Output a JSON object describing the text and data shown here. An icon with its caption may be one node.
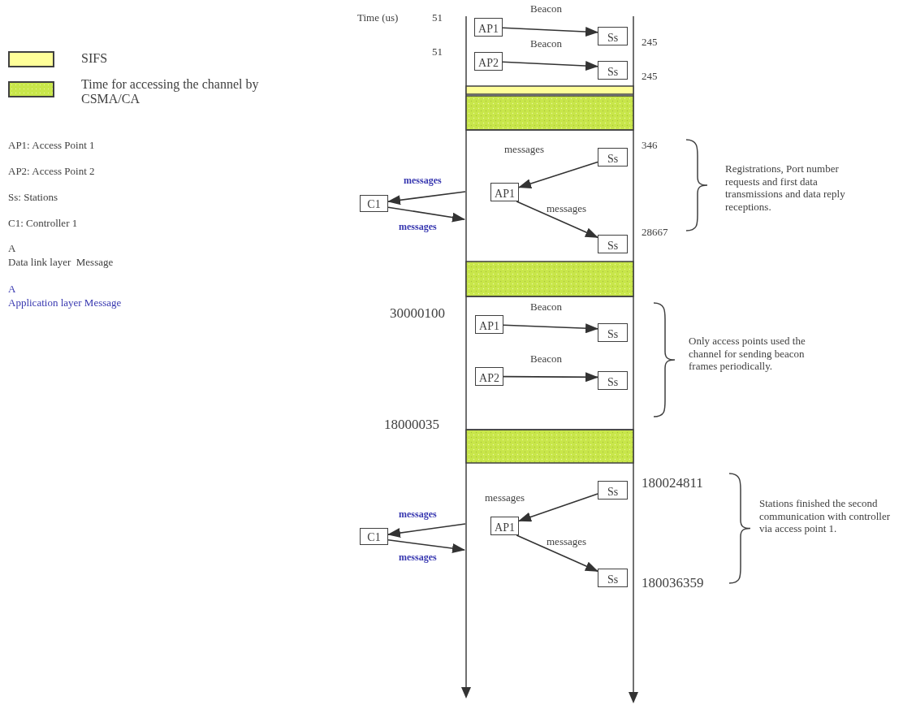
{
  "diagram": {
    "nodes": [
      {
        "text": [
          "AP1"
        ]
      },
      {
        "text": [
          "Ss"
        ]
      },
      {
        "text": [
          "AP2"
        ]
      },
      {
        "text": [
          "Ss"
        ]
      },
      {
        "text": [
          "Ss"
        ]
      },
      {
        "text": [
          "AP1"
        ]
      },
      {
        "text": [
          "Ss"
        ]
      },
      {
        "text": [
          "C1"
        ]
      },
      {
        "text": [
          "AP1"
        ]
      },
      {
        "text": [
          "Ss"
        ]
      },
      {
        "text": [
          "AP2"
        ]
      },
      {
        "text": [
          "Ss"
        ]
      },
      {
        "text": [
          "Ss"
        ]
      },
      {
        "text": [
          "AP1"
        ]
      },
      {
        "text": [
          "Ss"
        ]
      },
      {
        "text": [
          "C1"
        ]
      }
    ],
    "edges": [
      {
        "from": 0,
        "to": 1,
        "arrow": "to",
        "label": "Beacon"
      },
      {
        "from": 2,
        "to": 3,
        "arrow": "to",
        "label": "Beacon"
      },
      {
        "from": 4,
        "to": 5,
        "arrow": "to",
        "label": "messages"
      },
      {
        "from": null,
        "to": 7,
        "arrow": "to",
        "label": "messages"
      },
      {
        "from": 7,
        "to": null,
        "arrow": "to",
        "label": "messages"
      },
      {
        "from": 5,
        "to": 6,
        "arrow": "to",
        "label": "messages"
      },
      {
        "from": 8,
        "to": 9,
        "arrow": "to",
        "label": "Beacon"
      },
      {
        "from": 10,
        "to": 11,
        "arrow": "to",
        "label": "Beacon"
      },
      {
        "from": 12,
        "to": 13,
        "arrow": "to",
        "label": "messages"
      },
      {
        "from": null,
        "to": 15,
        "arrow": "to",
        "label": "messages"
      },
      {
        "from": 15,
        "to": null,
        "arrow": "to",
        "label": "messages"
      },
      {
        "from": 13,
        "to": 14,
        "arrow": "to",
        "label": "messages"
      }
    ],
    "labels": [
      "Time (us)",
      "51",
      "245",
      "51",
      "245",
      "346",
      "Registrations, Port number requests and first data transmissions and data reply receptions.",
      "28667",
      "30000100",
      "Only access points used the channel for sending beacon frames periodically.",
      "18000035",
      "180024811",
      "Stations finished the second communication with controller via access point 1.",
      "180036359",
      "AP1: Access Point 1",
      "AP2: Access Point 2",
      "Ss: Stations",
      "C1: Controller 1"
    ],
    "legend": [
      {
        "text": "SIFS",
        "color": "#ffff99"
      },
      {
        "text": "Time for accessing the channel by CSMA/CA",
        "color": "#c8e64a"
      },
      {
        "text": "A Data link layer  Message",
        "color": "#404040"
      },
      {
        "text": "A Application layer Message",
        "color": "#3838b0"
      }
    ]
  }
}
